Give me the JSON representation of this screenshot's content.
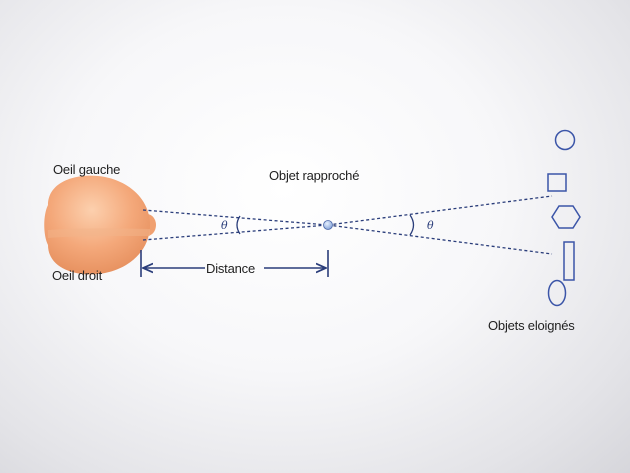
{
  "labels": {
    "left_eye": "Oeil gauche",
    "right_eye": "Oeil droit",
    "near_object": "Objet rapproché",
    "far_objects": "Objets eloignés",
    "distance": "Distance",
    "angle": "θ"
  },
  "colors": {
    "line": "#2a3d7a",
    "head_skin": "#f4a87a",
    "far_shapes": "#3b55a8",
    "near_dot": "#8fb0e0"
  },
  "far_objects": {
    "shapes": [
      "circle",
      "square",
      "hexagon",
      "rectangle",
      "ellipse"
    ]
  }
}
